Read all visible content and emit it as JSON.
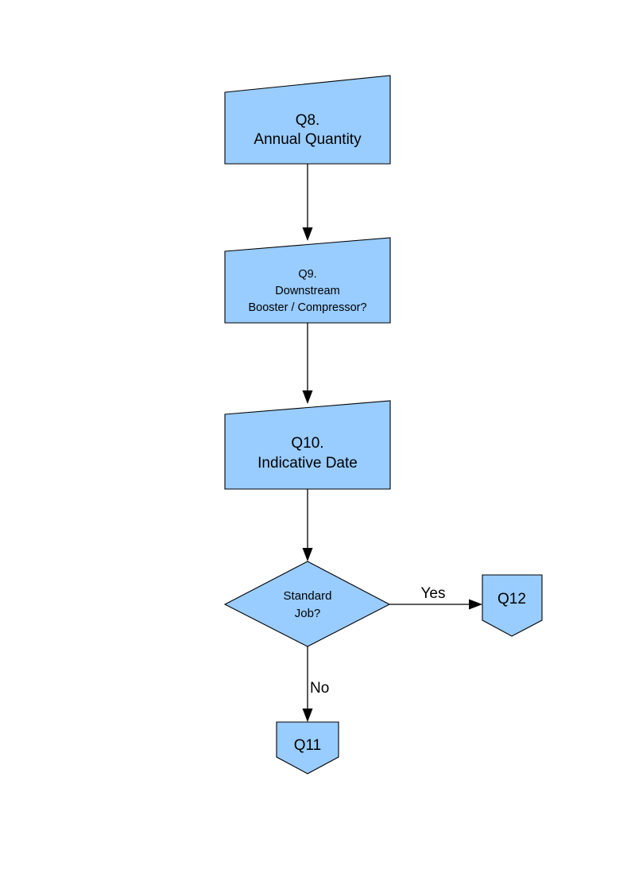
{
  "diagram": {
    "type": "flowchart",
    "title": "",
    "background_color": "#ffffff",
    "node_fill_color": "#99ccff",
    "node_stroke_color": "#000000",
    "text_color": "#000000"
  },
  "nodes": [
    {
      "id": "q8",
      "shape": "slanted-rectangle",
      "lines": [
        "Q8.",
        "Annual Quantity"
      ],
      "line1": "Q8.",
      "line2": "Annual Quantity",
      "line3": ""
    },
    {
      "id": "q9",
      "shape": "slanted-rectangle",
      "lines": [
        "Q9.",
        "Downstream",
        "Booster / Compressor?"
      ],
      "line1": "Q9.",
      "line2": "Downstream",
      "line3": "Booster / Compressor?"
    },
    {
      "id": "q10",
      "shape": "slanted-rectangle",
      "lines": [
        "Q10.",
        "Indicative Date"
      ],
      "line1": "Q10.",
      "line2": "Indicative Date",
      "line3": ""
    },
    {
      "id": "decision",
      "shape": "diamond",
      "lines": [
        "Standard",
        "Job?"
      ],
      "line1": "Standard",
      "line2": "Job?",
      "line3": ""
    },
    {
      "id": "q12",
      "shape": "shield",
      "lines": [
        "Q12"
      ],
      "line1": "Q12",
      "line2": "",
      "line3": ""
    },
    {
      "id": "q11",
      "shape": "shield",
      "lines": [
        "Q11"
      ],
      "line1": "Q11",
      "line2": "",
      "line3": ""
    }
  ],
  "edges": [
    {
      "id": "e1",
      "from": "q8",
      "to": "q9",
      "label": "",
      "direction": "down"
    },
    {
      "id": "e2",
      "from": "q9",
      "to": "q10",
      "label": "",
      "direction": "down"
    },
    {
      "id": "e3",
      "from": "q10",
      "to": "decision",
      "label": "",
      "direction": "down"
    },
    {
      "id": "e4",
      "from": "decision",
      "to": "q12",
      "label": "Yes",
      "direction": "right"
    },
    {
      "id": "e5",
      "from": "decision",
      "to": "q11",
      "label": "No",
      "direction": "down"
    }
  ],
  "labels": {
    "yes": "Yes",
    "no": "No"
  }
}
